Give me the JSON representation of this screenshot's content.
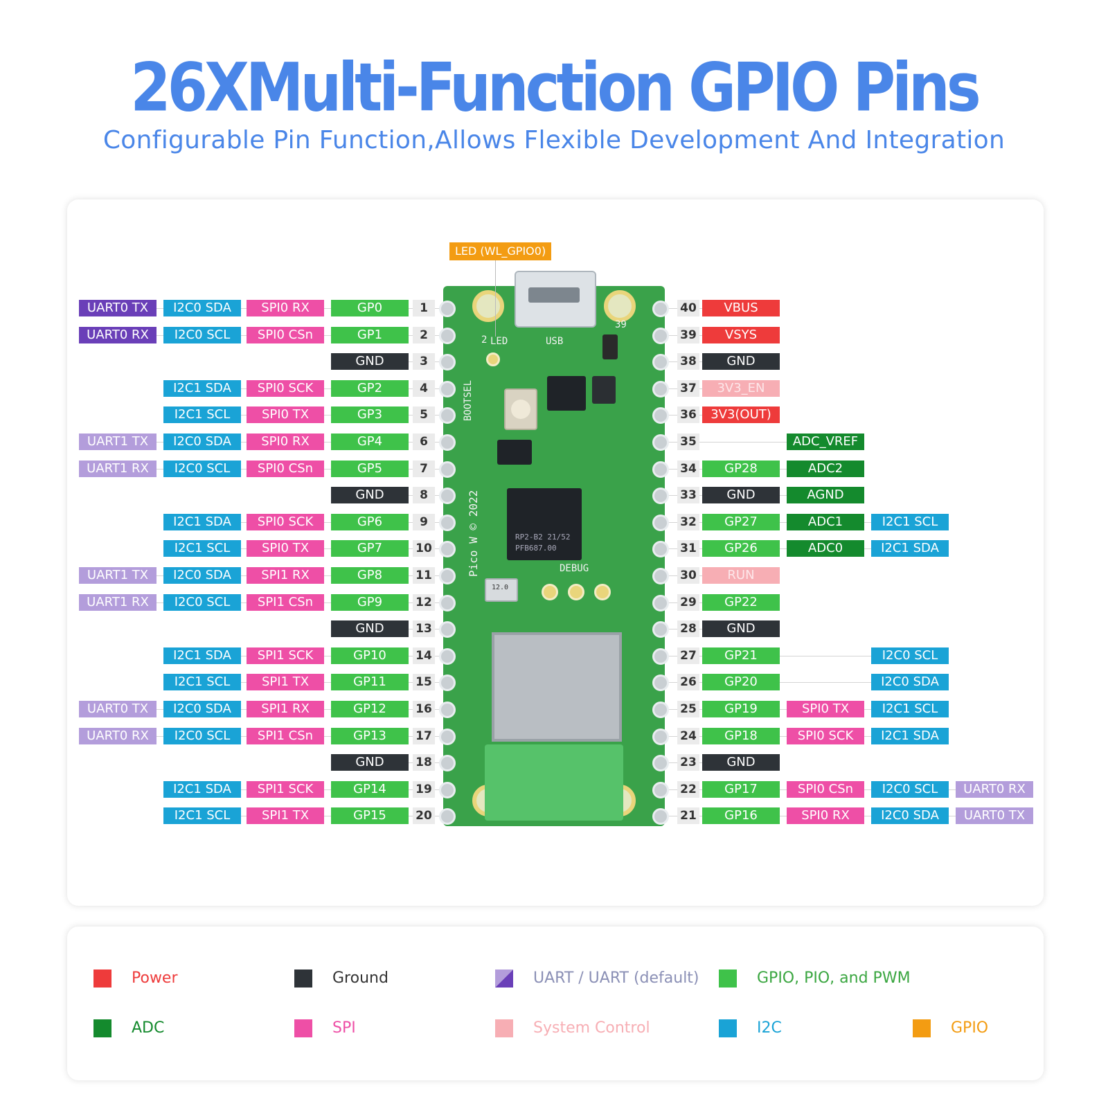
{
  "header": {
    "title": "26XMulti-Function GPIO Pins",
    "subtitle": "Configurable Pin Function,Allows Flexible Development And Integration"
  },
  "colors": {
    "power": "#ee3b3b",
    "ground": "#2e3338",
    "uart_default": "#6a3fb8",
    "uart": "#b39ddb",
    "gpio_pio_pwm": "#3fc24a",
    "adc": "#148a2d",
    "spi": "#ee4fa6",
    "system_control": "#f7aeb4",
    "i2c": "#1aa3d6",
    "gpio": "#f39c12"
  },
  "board": {
    "led_label": "LED (WL_GPIO0)",
    "silk": {
      "led": "LED",
      "usb": "USB",
      "bootsel": "BOOTSEL",
      "model": "Pico W © 2022",
      "chip_line1": "RP2-B2  21/52",
      "chip_line2": "PFB687.00",
      "debug": "DEBUG",
      "xtal": "12.0",
      "pad_2": "2",
      "pad_39": "39"
    }
  },
  "left_pins": [
    {
      "num": "1",
      "labels": [
        {
          "text": "UART0 TX",
          "c": "uart_default"
        },
        {
          "text": "I2C0 SDA",
          "c": "i2c"
        },
        {
          "text": "SPI0 RX",
          "c": "spi"
        },
        {
          "text": "GP0",
          "c": "gpio_pio_pwm"
        }
      ]
    },
    {
      "num": "2",
      "labels": [
        {
          "text": "UART0 RX",
          "c": "uart_default"
        },
        {
          "text": "I2C0 SCL",
          "c": "i2c"
        },
        {
          "text": "SPI0 CSn",
          "c": "spi"
        },
        {
          "text": "GP1",
          "c": "gpio_pio_pwm"
        }
      ]
    },
    {
      "num": "3",
      "labels": [
        null,
        null,
        null,
        {
          "text": "GND",
          "c": "ground"
        }
      ]
    },
    {
      "num": "4",
      "labels": [
        null,
        {
          "text": "I2C1 SDA",
          "c": "i2c"
        },
        {
          "text": "SPI0 SCK",
          "c": "spi"
        },
        {
          "text": "GP2",
          "c": "gpio_pio_pwm"
        }
      ]
    },
    {
      "num": "5",
      "labels": [
        null,
        {
          "text": "I2C1 SCL",
          "c": "i2c"
        },
        {
          "text": "SPI0 TX",
          "c": "spi"
        },
        {
          "text": "GP3",
          "c": "gpio_pio_pwm"
        }
      ]
    },
    {
      "num": "6",
      "labels": [
        {
          "text": "UART1 TX",
          "c": "uart"
        },
        {
          "text": "I2C0 SDA",
          "c": "i2c"
        },
        {
          "text": "SPI0 RX",
          "c": "spi"
        },
        {
          "text": "GP4",
          "c": "gpio_pio_pwm"
        }
      ]
    },
    {
      "num": "7",
      "labels": [
        {
          "text": "UART1 RX",
          "c": "uart"
        },
        {
          "text": "I2C0 SCL",
          "c": "i2c"
        },
        {
          "text": "SPI0 CSn",
          "c": "spi"
        },
        {
          "text": "GP5",
          "c": "gpio_pio_pwm"
        }
      ]
    },
    {
      "num": "8",
      "labels": [
        null,
        null,
        null,
        {
          "text": "GND",
          "c": "ground"
        }
      ]
    },
    {
      "num": "9",
      "labels": [
        null,
        {
          "text": "I2C1 SDA",
          "c": "i2c"
        },
        {
          "text": "SPI0 SCK",
          "c": "spi"
        },
        {
          "text": "GP6",
          "c": "gpio_pio_pwm"
        }
      ]
    },
    {
      "num": "10",
      "labels": [
        null,
        {
          "text": "I2C1 SCL",
          "c": "i2c"
        },
        {
          "text": "SPI0 TX",
          "c": "spi"
        },
        {
          "text": "GP7",
          "c": "gpio_pio_pwm"
        }
      ]
    },
    {
      "num": "11",
      "labels": [
        {
          "text": "UART1 TX",
          "c": "uart"
        },
        {
          "text": "I2C0 SDA",
          "c": "i2c"
        },
        {
          "text": "SPI1 RX",
          "c": "spi"
        },
        {
          "text": "GP8",
          "c": "gpio_pio_pwm"
        }
      ]
    },
    {
      "num": "12",
      "labels": [
        {
          "text": "UART1 RX",
          "c": "uart"
        },
        {
          "text": "I2C0 SCL",
          "c": "i2c"
        },
        {
          "text": "SPI1 CSn",
          "c": "spi"
        },
        {
          "text": "GP9",
          "c": "gpio_pio_pwm"
        }
      ]
    },
    {
      "num": "13",
      "labels": [
        null,
        null,
        null,
        {
          "text": "GND",
          "c": "ground"
        }
      ]
    },
    {
      "num": "14",
      "labels": [
        null,
        {
          "text": "I2C1 SDA",
          "c": "i2c"
        },
        {
          "text": "SPI1 SCK",
          "c": "spi"
        },
        {
          "text": "GP10",
          "c": "gpio_pio_pwm"
        }
      ]
    },
    {
      "num": "15",
      "labels": [
        null,
        {
          "text": "I2C1 SCL",
          "c": "i2c"
        },
        {
          "text": "SPI1 TX",
          "c": "spi"
        },
        {
          "text": "GP11",
          "c": "gpio_pio_pwm"
        }
      ]
    },
    {
      "num": "16",
      "labels": [
        {
          "text": "UART0 TX",
          "c": "uart"
        },
        {
          "text": "I2C0 SDA",
          "c": "i2c"
        },
        {
          "text": "SPI1 RX",
          "c": "spi"
        },
        {
          "text": "GP12",
          "c": "gpio_pio_pwm"
        }
      ]
    },
    {
      "num": "17",
      "labels": [
        {
          "text": "UART0 RX",
          "c": "uart"
        },
        {
          "text": "I2C0 SCL",
          "c": "i2c"
        },
        {
          "text": "SPI1 CSn",
          "c": "spi"
        },
        {
          "text": "GP13",
          "c": "gpio_pio_pwm"
        }
      ]
    },
    {
      "num": "18",
      "labels": [
        null,
        null,
        null,
        {
          "text": "GND",
          "c": "ground"
        }
      ]
    },
    {
      "num": "19",
      "labels": [
        null,
        {
          "text": "I2C1 SDA",
          "c": "i2c"
        },
        {
          "text": "SPI1 SCK",
          "c": "spi"
        },
        {
          "text": "GP14",
          "c": "gpio_pio_pwm"
        }
      ]
    },
    {
      "num": "20",
      "labels": [
        null,
        {
          "text": "I2C1 SCL",
          "c": "i2c"
        },
        {
          "text": "SPI1 TX",
          "c": "spi"
        },
        {
          "text": "GP15",
          "c": "gpio_pio_pwm"
        }
      ]
    }
  ],
  "right_pins": [
    {
      "num": "40",
      "labels": [
        {
          "text": "VBUS",
          "c": "power"
        },
        null,
        null,
        null
      ]
    },
    {
      "num": "39",
      "labels": [
        {
          "text": "VSYS",
          "c": "power"
        },
        null,
        null,
        null
      ]
    },
    {
      "num": "38",
      "labels": [
        {
          "text": "GND",
          "c": "ground"
        },
        null,
        null,
        null
      ]
    },
    {
      "num": "37",
      "labels": [
        {
          "text": "3V3_EN",
          "c": "system_control"
        },
        null,
        null,
        null
      ]
    },
    {
      "num": "36",
      "labels": [
        {
          "text": "3V3(OUT)",
          "c": "power"
        },
        null,
        null,
        null
      ]
    },
    {
      "num": "35",
      "labels": [
        null,
        {
          "text": "ADC_VREF",
          "c": "adc"
        },
        null,
        null
      ]
    },
    {
      "num": "34",
      "labels": [
        {
          "text": "GP28",
          "c": "gpio_pio_pwm"
        },
        {
          "text": "ADC2",
          "c": "adc"
        },
        null,
        null
      ]
    },
    {
      "num": "33",
      "labels": [
        {
          "text": "GND",
          "c": "ground"
        },
        {
          "text": "AGND",
          "c": "adc"
        },
        null,
        null
      ]
    },
    {
      "num": "32",
      "labels": [
        {
          "text": "GP27",
          "c": "gpio_pio_pwm"
        },
        {
          "text": "ADC1",
          "c": "adc"
        },
        {
          "text": "I2C1 SCL",
          "c": "i2c"
        },
        null
      ]
    },
    {
      "num": "31",
      "labels": [
        {
          "text": "GP26",
          "c": "gpio_pio_pwm"
        },
        {
          "text": "ADC0",
          "c": "adc"
        },
        {
          "text": "I2C1 SDA",
          "c": "i2c"
        },
        null
      ]
    },
    {
      "num": "30",
      "labels": [
        {
          "text": "RUN",
          "c": "system_control"
        },
        null,
        null,
        null
      ]
    },
    {
      "num": "29",
      "labels": [
        {
          "text": "GP22",
          "c": "gpio_pio_pwm"
        },
        null,
        null,
        null
      ]
    },
    {
      "num": "28",
      "labels": [
        {
          "text": "GND",
          "c": "ground"
        },
        null,
        null,
        null
      ]
    },
    {
      "num": "27",
      "labels": [
        {
          "text": "GP21",
          "c": "gpio_pio_pwm"
        },
        null,
        {
          "text": "I2C0 SCL",
          "c": "i2c"
        },
        null
      ]
    },
    {
      "num": "26",
      "labels": [
        {
          "text": "GP20",
          "c": "gpio_pio_pwm"
        },
        null,
        {
          "text": "I2C0 SDA",
          "c": "i2c"
        },
        null
      ]
    },
    {
      "num": "25",
      "labels": [
        {
          "text": "GP19",
          "c": "gpio_pio_pwm"
        },
        {
          "text": "SPI0 TX",
          "c": "spi"
        },
        {
          "text": "I2C1 SCL",
          "c": "i2c"
        },
        null
      ]
    },
    {
      "num": "24",
      "labels": [
        {
          "text": "GP18",
          "c": "gpio_pio_pwm"
        },
        {
          "text": "SPI0 SCK",
          "c": "spi"
        },
        {
          "text": "I2C1 SDA",
          "c": "i2c"
        },
        null
      ]
    },
    {
      "num": "23",
      "labels": [
        {
          "text": "GND",
          "c": "ground"
        },
        null,
        null,
        null
      ]
    },
    {
      "num": "22",
      "labels": [
        {
          "text": "GP17",
          "c": "gpio_pio_pwm"
        },
        {
          "text": "SPI0 CSn",
          "c": "spi"
        },
        {
          "text": "I2C0 SCL",
          "c": "i2c"
        },
        {
          "text": "UART0 RX",
          "c": "uart"
        }
      ]
    },
    {
      "num": "21",
      "labels": [
        {
          "text": "GP16",
          "c": "gpio_pio_pwm"
        },
        {
          "text": "SPI0 RX",
          "c": "spi"
        },
        {
          "text": "I2C0 SDA",
          "c": "i2c"
        },
        {
          "text": "UART0 TX",
          "c": "uart"
        }
      ]
    }
  ],
  "legend": [
    {
      "label": "Power",
      "c": "power",
      "text_color": "#ee3b3b"
    },
    {
      "label": "Ground",
      "c": "ground",
      "text_color": "#333333"
    },
    {
      "label": "UART / UART (default)",
      "c": "uart",
      "text_color": "#8a8fb5"
    },
    {
      "label": "GPIO, PIO, and PWM",
      "c": "gpio_pio_pwm",
      "text_color": "#3aa640"
    },
    {
      "label": "ADC",
      "c": "adc",
      "text_color": "#148a2d"
    },
    {
      "label": "SPI",
      "c": "spi",
      "text_color": "#ee4fa6"
    },
    {
      "label": "System Control",
      "c": "system_control",
      "text_color": "#f7aeb4"
    },
    {
      "label": "I2C",
      "c": "i2c",
      "text_color": "#1aa3d6"
    },
    {
      "label": "GPIO",
      "c": "gpio",
      "text_color": "#f39c12"
    }
  ]
}
